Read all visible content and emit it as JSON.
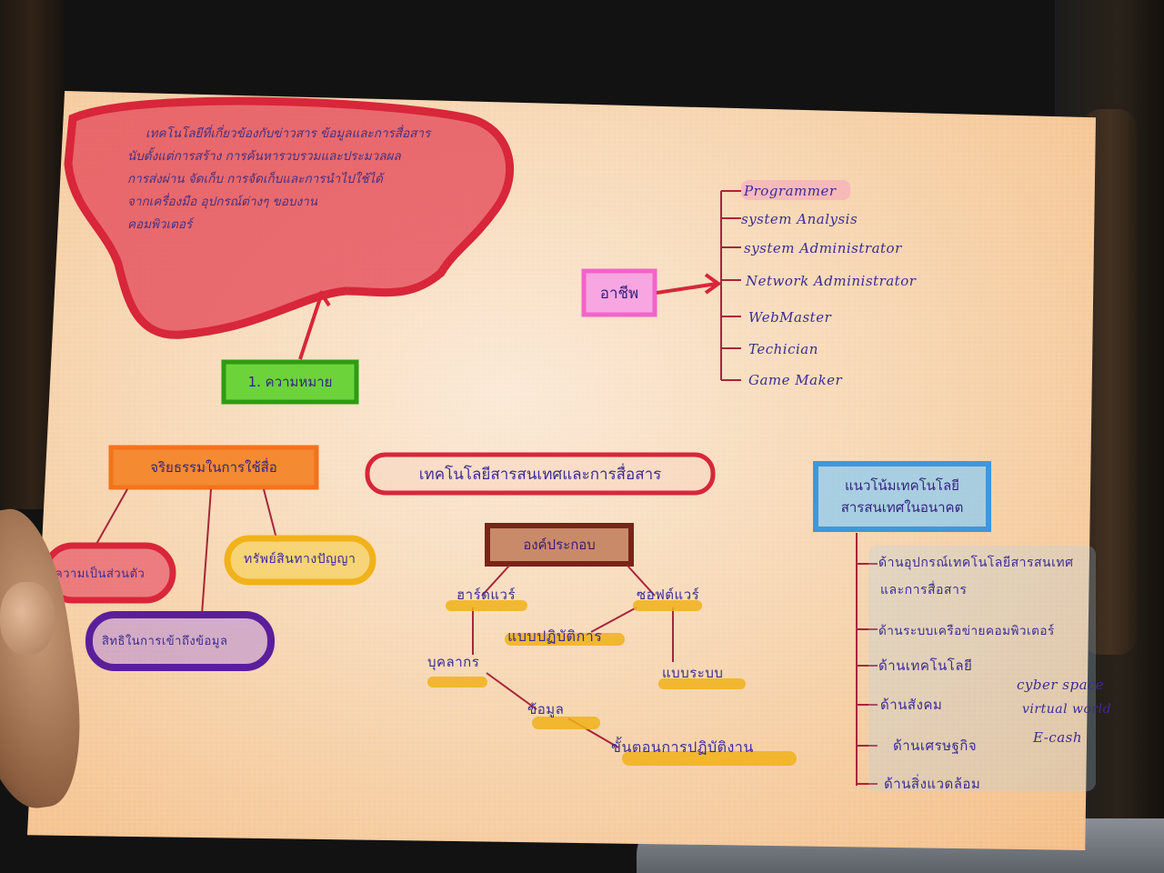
{
  "definition": {
    "lines": [
      "เทคโนโลยีที่เกี่ยวข้องกับข่าวสาร ข้อมูลและการสื่อสาร",
      "นับตั้งแต่การสร้าง การค้นหารวบรวมและประมวลผล",
      "การส่งผ่าน จัดเก็บ การจัดเก็บและการนำไปใช้ได้",
      "จากเครื่องมือ อุปกรณ์ต่างๆ ขอบงาน",
      "คอมพิวเตอร์"
    ]
  },
  "nodes": {
    "meaning": "1. ความหมาย",
    "career": "อาชีพ",
    "title": "เทคโนโลยีสารสนเทศและการสื่อสาร",
    "ethics": "จริยธรรมในการใช้สื่อ",
    "components": "องค์ประกอบ",
    "trends": [
      "แนวโน้มเทคโนโลยี",
      "สารสนเทศในอนาคต"
    ]
  },
  "careers": [
    "Programmer",
    "system Analysis",
    "system Administrator",
    "Network Administrator",
    "WebMaster",
    "Techician",
    "Game Maker"
  ],
  "ethics_items": {
    "privacy": "ความเป็นส่วนตัว",
    "ip": "ทรัพย์สินทางปัญญา",
    "access": "สิทธิในการเข้าถึงข้อมูล"
  },
  "component_items": {
    "hardware": "ฮาร์ดแวร์",
    "software": "ซอฟต์แวร์",
    "os": "แบบปฏิบัติการ",
    "app": "แบบระบบ",
    "people": "บุคลากร",
    "data": "ข้อมูล",
    "procedure": "ขั้นตอนการปฏิบัติงาน"
  },
  "trend_items": [
    "ด้านอุปกรณ์เทคโนโลยีสารสนเทศ",
    "และการสื่อสาร",
    "ด้านระบบเครือข่ายคอมพิวเตอร์",
    "ด้านเทคโนโลยี",
    "ด้านสังคม",
    "ด้านเศรษฐกิจ",
    "ด้านสิ่งแวดล้อม"
  ],
  "side_terms": [
    "cyber space",
    "virtual world",
    "E-cash"
  ],
  "colors": {
    "red": "#d8263a",
    "green": "#44b81e",
    "magenta": "#f264c8",
    "orange": "#f2731c",
    "brown": "#7a2418",
    "blue": "#3f97dc",
    "purple": "#5a1e9c",
    "yellow": "#f1b21a",
    "ink": "#3b2c93",
    "connector": "#a8253a"
  }
}
